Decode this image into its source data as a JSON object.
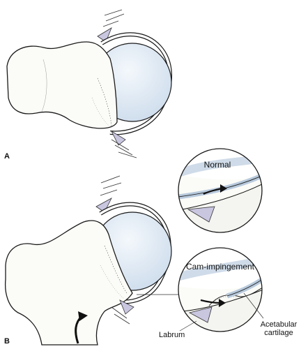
{
  "figure": {
    "panel_a": "A",
    "panel_b": "B",
    "inset_top_label": "Normal",
    "inset_bottom_label": "Cam-impingement",
    "label_labrum": "Labrum",
    "label_cartilage_line1": "Acetabular",
    "label_cartilage_line2": "cartilage"
  },
  "colors": {
    "bone": "#fbfbf7",
    "bone_outline": "#1a1a1a",
    "femoral_head": "#dde8f3",
    "labrum": "#c9c6e0",
    "acetabular_rim": "#ffffff",
    "arrow": "#111111"
  },
  "icons": [
    "curved-arrow-icon"
  ]
}
